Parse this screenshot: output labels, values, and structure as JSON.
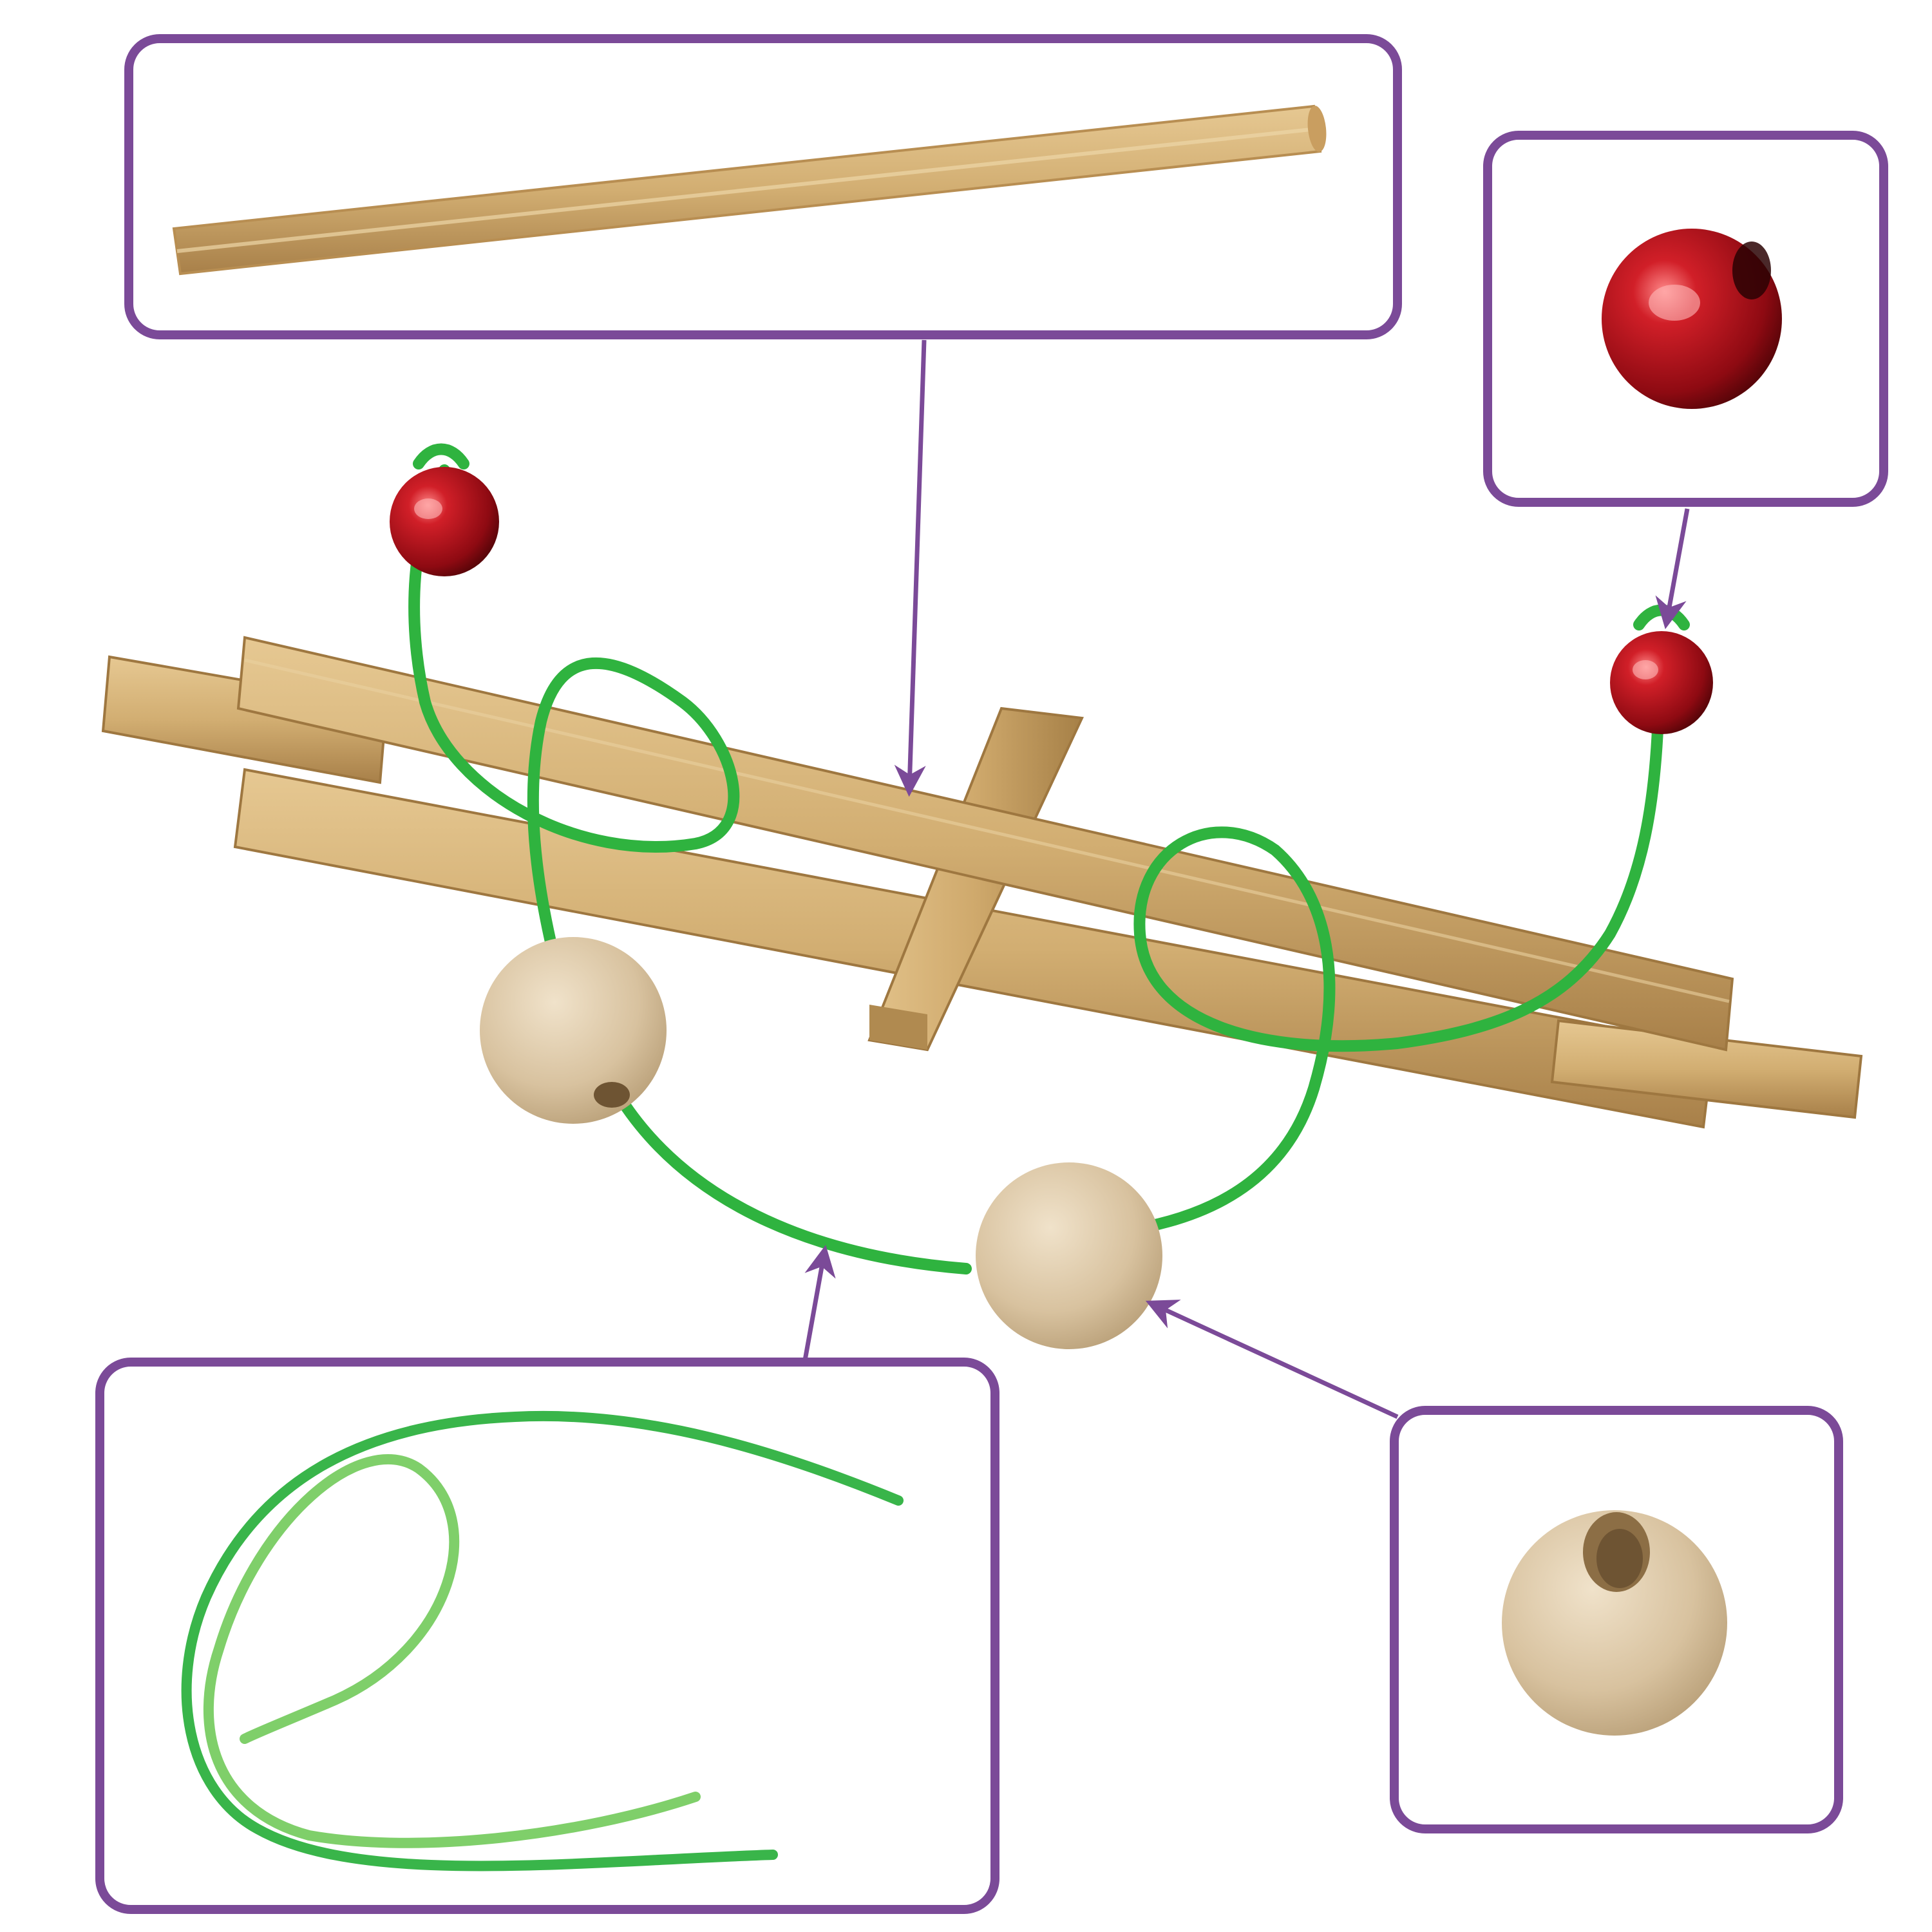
{
  "colors": {
    "callout_border": "#7B4A98",
    "arrow": "#7B4A98",
    "bamboo_light": "#D8B67E",
    "bamboo_mid": "#C59C5E",
    "bamboo_dark": "#A27B43",
    "cord_green": "#2FB33F",
    "cord_light": "#7FCF6A",
    "bead_red": "#B0101A",
    "bead_wood": "#DCC7A6"
  },
  "icons": {
    "stick": "bamboo-stick-icon",
    "red_bead": "red-bead-icon",
    "wood_bead": "wooden-bead-icon",
    "cord": "green-cord-icon"
  },
  "callouts": [
    {
      "part": "stick"
    },
    {
      "part": "red_bead"
    },
    {
      "part": "cord"
    },
    {
      "part": "wood_bead"
    }
  ]
}
